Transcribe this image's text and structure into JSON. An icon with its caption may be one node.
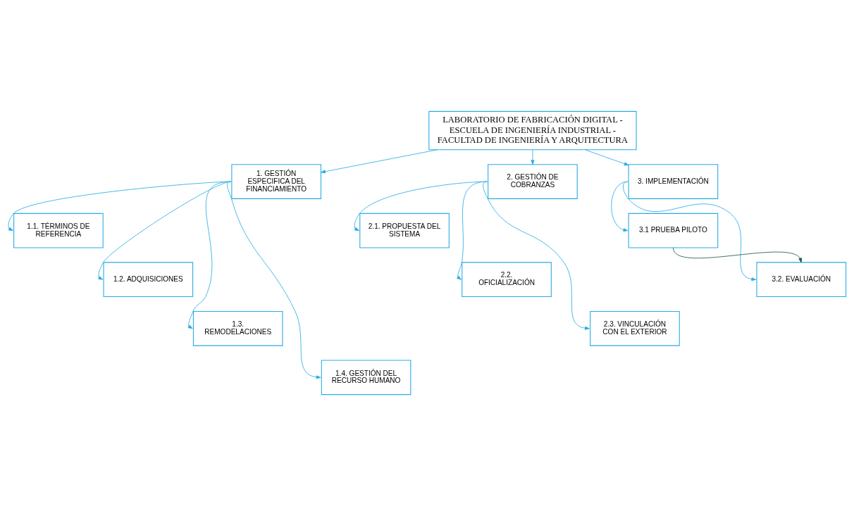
{
  "diagram": {
    "nodes": [
      {
        "text": [
          "LABORATORIO DE FABRICACIÓN DIGITAL - ESCUELA DE INGENIERÍA INDUSTRIAL - FACULTAD DE INGENIERÍA Y ARQUITECTURA"
        ]
      },
      {
        "text": [
          "1. GESTIÓN ESPECIFICA DEL FINANCIAMIENTO"
        ]
      },
      {
        "text": [
          "2. GESTIÓN DE COBRANZAS"
        ]
      },
      {
        "text": [
          "3. IMPLEMENTACIÓN"
        ]
      },
      {
        "text": [
          "1.1. TÉRMINOS DE REFERENCIA"
        ]
      },
      {
        "text": [
          "1.2. ADQUISICIONES"
        ]
      },
      {
        "text": [
          "1.3. REMODELACIONES"
        ]
      },
      {
        "text": [
          "1.4. GESTIÓN DEL RECURSO HUMANO"
        ]
      },
      {
        "text": [
          "2.1. PROPUESTA DEL SISTEMA"
        ]
      },
      {
        "text": [
          "2.2. OFICIALIZACIÓN"
        ]
      },
      {
        "text": [
          "2.3. VINCULACIÓN CON EL EXTERIOR"
        ]
      },
      {
        "text": [
          "3.1 PRUEBA PILOTO"
        ]
      },
      {
        "text": [
          "3.2. EVALUACIÓN"
        ]
      }
    ],
    "edges": [
      {
        "from": 0,
        "to": 1,
        "arrow": "to"
      },
      {
        "from": 0,
        "to": 2,
        "arrow": "to"
      },
      {
        "from": 0,
        "to": 3,
        "arrow": "to"
      },
      {
        "from": 1,
        "to": 4,
        "arrow": "to"
      },
      {
        "from": 1,
        "to": 5,
        "arrow": "to"
      },
      {
        "from": 1,
        "to": 6,
        "arrow": "to"
      },
      {
        "from": 1,
        "to": 7,
        "arrow": "to"
      },
      {
        "from": 2,
        "to": 8,
        "arrow": "to"
      },
      {
        "from": 2,
        "to": 9,
        "arrow": "to"
      },
      {
        "from": 2,
        "to": 10,
        "arrow": "to"
      },
      {
        "from": 3,
        "to": 11,
        "arrow": "to"
      },
      {
        "from": 3,
        "to": 12,
        "arrow": "to"
      },
      {
        "from": 11,
        "to": 12,
        "arrow": "to",
        "color": "#1f5757"
      }
    ]
  }
}
